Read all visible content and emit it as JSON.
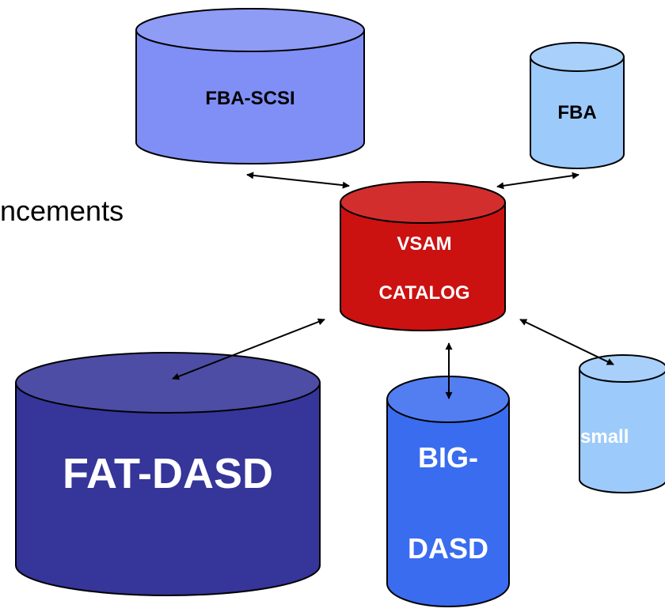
{
  "background_text": "ncements",
  "colors": {
    "fba_scsi": "#7f8ff5",
    "fba": "#9ccafb",
    "vsam_catalog": "#cc1111",
    "fat_dasd": "#35359a",
    "big_dasd": "#3a6cf0",
    "small": "#9ccafb",
    "arrow": "#000000"
  },
  "nodes": {
    "fba_scsi": {
      "label": "FBA-SCSI",
      "label_color": "#000000"
    },
    "fba": {
      "label": "FBA",
      "label_color": "#000000"
    },
    "vsam_catalog": {
      "line1": "VSAM",
      "line2": "CATALOG",
      "label_color": "#ffffff"
    },
    "fat_dasd": {
      "label": "FAT-DASD",
      "label_color": "#ffffff"
    },
    "big_dasd": {
      "line1": "BIG-",
      "line2": "DASD",
      "label_color": "#ffffff"
    },
    "small": {
      "label": "small",
      "label_color": "#ffffff"
    }
  },
  "edges": [
    {
      "from": "fba_scsi",
      "to": "vsam_catalog",
      "bidirectional": true
    },
    {
      "from": "fba",
      "to": "vsam_catalog",
      "bidirectional": true
    },
    {
      "from": "fat_dasd",
      "to": "vsam_catalog",
      "bidirectional": true
    },
    {
      "from": "big_dasd",
      "to": "vsam_catalog",
      "bidirectional": true
    },
    {
      "from": "small",
      "to": "vsam_catalog",
      "bidirectional": true
    }
  ]
}
